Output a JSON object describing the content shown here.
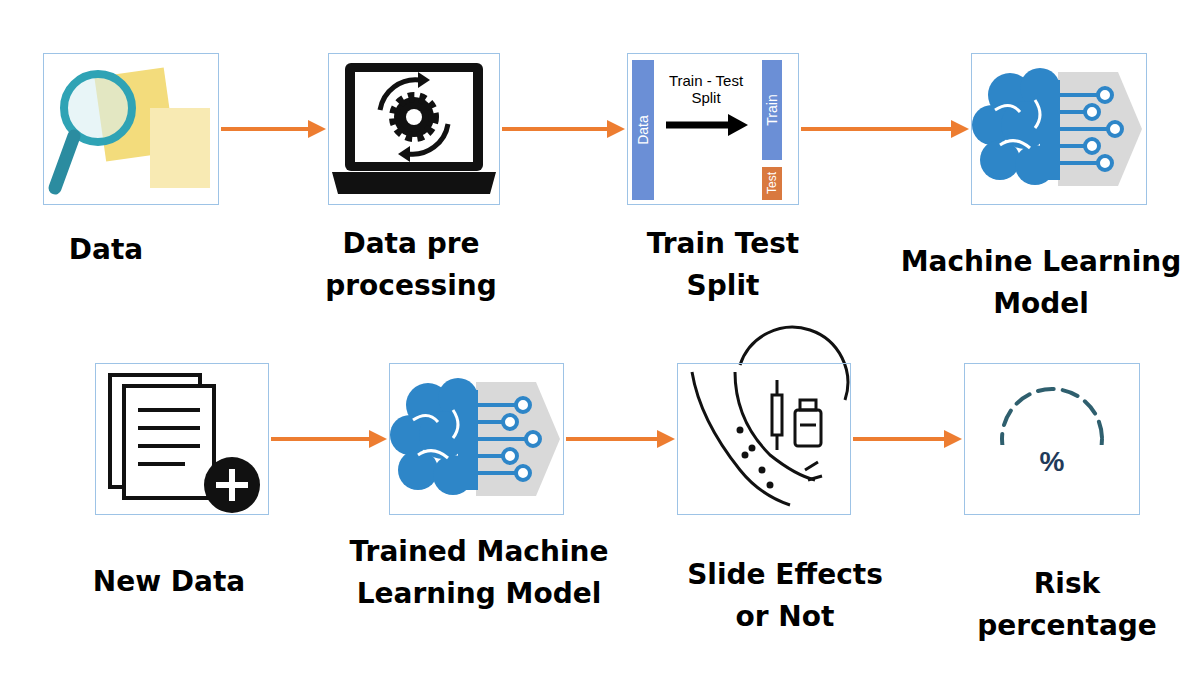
{
  "diagram": {
    "nodes": [
      {
        "text": [
          "Data"
        ]
      },
      {
        "text": [
          "Data pre processing"
        ]
      },
      {
        "text": [
          "Train Test Split"
        ]
      },
      {
        "text": [
          "Machine Learning Model"
        ]
      },
      {
        "text": [
          "New Data"
        ]
      },
      {
        "text": [
          "Trained Machine Learning Model"
        ]
      },
      {
        "text": [
          "Slide Effects or Not"
        ]
      },
      {
        "text": [
          "Risk percentage"
        ]
      }
    ],
    "edges": [
      {
        "from": 0,
        "to": 1,
        "arrow": "to"
      },
      {
        "from": 1,
        "to": 2,
        "arrow": "to"
      },
      {
        "from": 2,
        "to": 3,
        "arrow": "to"
      },
      {
        "from": 4,
        "to": 5,
        "arrow": "to"
      },
      {
        "from": 5,
        "to": 6,
        "arrow": "to"
      },
      {
        "from": 6,
        "to": 7,
        "arrow": "to"
      }
    ],
    "labels": [
      "Train - Test Split",
      "Data",
      "Train",
      "Test",
      "%"
    ]
  }
}
